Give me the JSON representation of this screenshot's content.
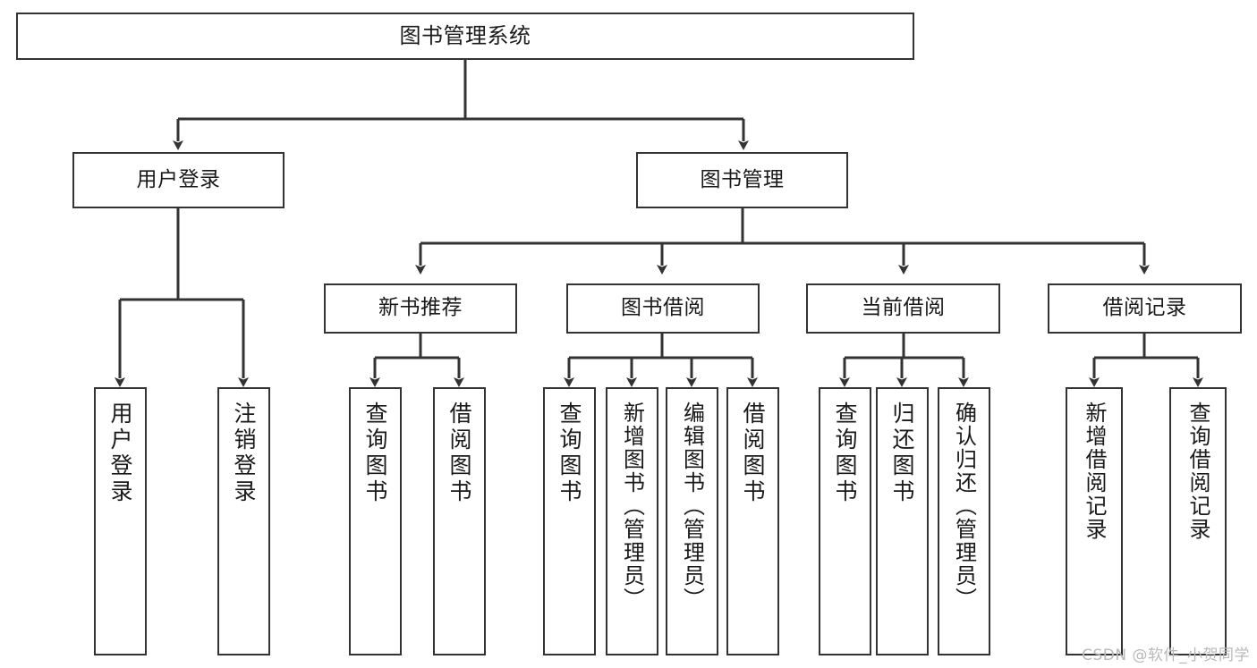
{
  "diagram": {
    "type": "tree",
    "title": "图书管理系统",
    "orientation": "top-down",
    "edge_style": "orthogonal-arrow",
    "colors": {
      "stroke": "#333333",
      "fill": "#ffffff",
      "text": "#1a1a1a",
      "watermark": "#b9b9b9"
    }
  },
  "nodes": {
    "root": {
      "label": "图书管理系统"
    },
    "level2": [
      {
        "id": "user-login",
        "label": "用户登录"
      },
      {
        "id": "book-manage",
        "label": "图书管理"
      }
    ],
    "level3": [
      {
        "id": "new-book-recommend",
        "label": "新书推荐"
      },
      {
        "id": "book-borrow",
        "label": "图书借阅"
      },
      {
        "id": "current-borrow",
        "label": "当前借阅"
      },
      {
        "id": "borrow-record",
        "label": "借阅记录"
      }
    ],
    "leaves": [
      {
        "id": "leaf-user-login",
        "parent": "user-login",
        "label": "用户登录"
      },
      {
        "id": "leaf-logout",
        "parent": "user-login",
        "label": "注销登录"
      },
      {
        "id": "leaf-query-book-1",
        "parent": "new-book-recommend",
        "label": "查询图书"
      },
      {
        "id": "leaf-borrow-book-1",
        "parent": "new-book-recommend",
        "label": "借阅图书"
      },
      {
        "id": "leaf-query-book-2",
        "parent": "book-borrow",
        "label": "查询图书"
      },
      {
        "id": "leaf-add-book",
        "parent": "book-borrow",
        "label": "新增图书（管理员）"
      },
      {
        "id": "leaf-edit-book",
        "parent": "book-borrow",
        "label": "编辑图书（管理员）"
      },
      {
        "id": "leaf-borrow-book-2",
        "parent": "book-borrow",
        "label": "借阅图书"
      },
      {
        "id": "leaf-query-book-3",
        "parent": "current-borrow",
        "label": "查询图书"
      },
      {
        "id": "leaf-return-book",
        "parent": "current-borrow",
        "label": "归还图书"
      },
      {
        "id": "leaf-confirm-return",
        "parent": "current-borrow",
        "label": "确认归还（管理员）"
      },
      {
        "id": "leaf-add-record",
        "parent": "borrow-record",
        "label": "新增借阅记录"
      },
      {
        "id": "leaf-query-record",
        "parent": "borrow-record",
        "label": "查询借阅记录"
      }
    ]
  },
  "watermark": {
    "text": "CSDN @软件_小贺同学"
  }
}
